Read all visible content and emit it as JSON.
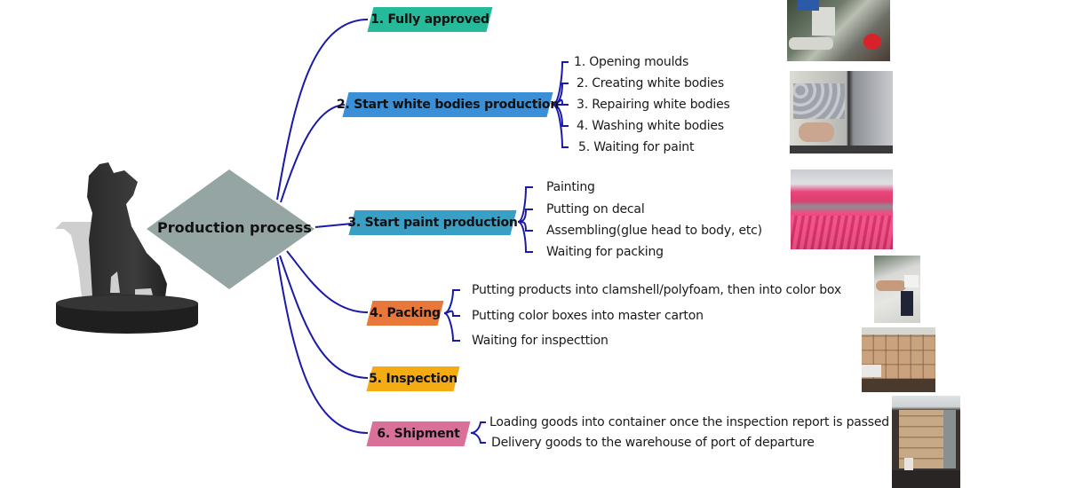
{
  "root": {
    "label": "Production process",
    "color": "#95a5a3",
    "icon": "dog-statue-icon"
  },
  "connector_color": "#1a1aa8",
  "branches": [
    {
      "id": "fully-approved",
      "label": "1. Fully approved",
      "color": "#26b99a",
      "items": []
    },
    {
      "id": "white-bodies",
      "label": "2. Start white bodies production",
      "color": "#3a8fd6",
      "items": [
        "1. Opening moulds",
        "2. Creating white bodies",
        "3. Repairing white bodies",
        "4. Washing white bodies",
        "5. Waiting for paint"
      ]
    },
    {
      "id": "paint",
      "label": "3. Start paint  production",
      "color": "#3a9fc4",
      "items": [
        "Painting",
        "Putting on decal",
        "Assembling(glue head to body, etc)",
        "Waiting for packing"
      ]
    },
    {
      "id": "packing",
      "label": "4. Packing",
      "color": "#e8783a",
      "items": [
        "Putting products into clamshell/polyfoam, then into color box",
        "Putting color boxes into master carton",
        "Waiting for inspecttion"
      ]
    },
    {
      "id": "inspection",
      "label": "5. Inspection",
      "color": "#f5ab12",
      "items": []
    },
    {
      "id": "shipment",
      "label": "6. Shipment",
      "color": "#d9709a",
      "items": [
        "Loading goods into container once  the inspection report is passed",
        "Delivery goods to the warehouse of port of departure"
      ]
    }
  ],
  "photos": [
    {
      "name": "photo-opening-moulds",
      "subject": "workers opening moulds"
    },
    {
      "name": "photo-white-bodies",
      "subject": "white bodies in crates"
    },
    {
      "name": "photo-painting-line",
      "subject": "pink painted products on line"
    },
    {
      "name": "photo-packing-box",
      "subject": "packing product into color box"
    },
    {
      "name": "photo-cartons",
      "subject": "stacked master cartons"
    },
    {
      "name": "photo-container",
      "subject": "loading container truck"
    }
  ]
}
